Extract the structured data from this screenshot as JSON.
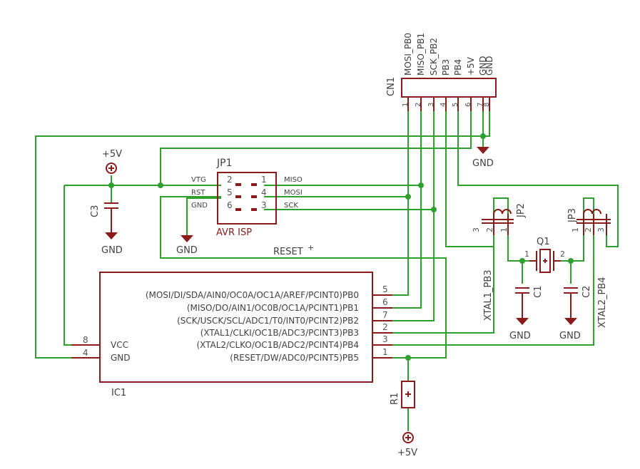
{
  "cn1": {
    "name": "CN1",
    "pins": [
      "1",
      "2",
      "3",
      "4",
      "5",
      "6",
      "7",
      "8"
    ],
    "pin_labels": [
      "MOSI_PB0",
      "MISO_PB1",
      "SCK_PB2",
      "PB3",
      "PB4",
      "+5V",
      "GND",
      "GND"
    ]
  },
  "jp1": {
    "name": "JP1",
    "value": "AVR ISP",
    "left_pins": [
      "2",
      "5",
      "6"
    ],
    "right_pins": [
      "1",
      "4",
      "3"
    ],
    "left_labels": [
      "VTG",
      "RST",
      "GND"
    ],
    "right_labels": [
      "MISO",
      "MOSI",
      "SCK"
    ]
  },
  "ic1": {
    "name": "IC1",
    "left_labels": [
      "VCC",
      "GND"
    ],
    "left_pins": [
      "8",
      "4"
    ],
    "right_labels": [
      "(MOSI/DI/SDA/AIN0/OC0A/OC1A/AREF/PCINT0)PB0",
      "(MISO/DO/AIN1/OC0B/OC1A/PCINT1)PB1",
      "(SCK/USCK/SCL/ADC1/T0/INT0/PCINT2)PB2",
      "(XTAL1/CLKI/OC1B/ADC3/PCINT3)PB3",
      "(XTAL2/CLKO/OC1B/ADC2/PCINT4)PB4",
      "(RESET/DW/ADC0/PCINT5)PB5"
    ],
    "right_pins": [
      "5",
      "6",
      "7",
      "2",
      "3",
      "1"
    ]
  },
  "jp2": {
    "name": "JP2",
    "pins": [
      "3",
      "2",
      "1"
    ]
  },
  "jp3": {
    "name": "JP3",
    "pins": [
      "1",
      "2",
      "3"
    ]
  },
  "q1": {
    "name": "Q1",
    "pins": [
      "1",
      "2"
    ]
  },
  "c1": {
    "name": "C1"
  },
  "c2": {
    "name": "C2"
  },
  "c3": {
    "name": "C3"
  },
  "r1": {
    "name": "R1"
  },
  "power": {
    "vcc": "+5V",
    "gnd": "GND"
  },
  "nets": {
    "reset": "RESET",
    "xtal1": "XTAL1_PB3",
    "xtal2": "XTAL2_PB4"
  }
}
